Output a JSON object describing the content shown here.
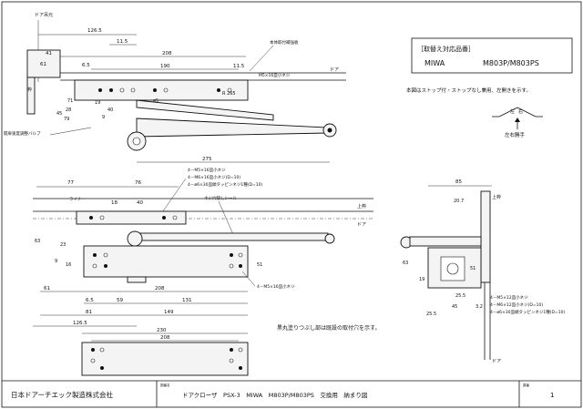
{
  "top_left_label": "ドア吊元",
  "replacement": {
    "title": "［取替え対応品番］",
    "brand": "MIWA",
    "model": "M803P/M803PS"
  },
  "note_stop": "本図はストップ付・ストップなし兼用、左開きを示す。",
  "hand_labels": {
    "left": "左",
    "right": "右",
    "caption": "左右勝手"
  },
  "top_view": {
    "dims": [
      "126.5",
      "11.5",
      "208",
      "41",
      "61",
      "6.5",
      "190",
      "11.5",
      "ø5",
      "71",
      "19",
      "40",
      "9",
      "28",
      "45",
      "79",
      "275"
    ],
    "labels": {
      "bracket": "本体取付補強板",
      "door": "ドア",
      "frame": "枠",
      "screw": "M5×16皿小ネジ",
      "r265": "R 265",
      "valve": "開扉速度調整バルブ"
    }
  },
  "middle": {
    "dims": [
      "77",
      "76",
      "18",
      "40",
      "9",
      "23"
    ],
    "notes": [
      "4－M5×16皿小ネジ",
      "4－M6×16皿小ネジ(D=10)",
      "4－ø6×30皿頭タッピンネジ1種(D=10)"
    ],
    "liner": "ライナー",
    "screw_seal": "ネジ穴隠しシール",
    "top_label": "上枠",
    "door_label": "ドア"
  },
  "front_view": {
    "dims": [
      "63",
      "23",
      "9",
      "16",
      "51",
      "61",
      "6.5",
      "59",
      "208",
      "131",
      "149",
      "81",
      "126.5",
      "230",
      "208"
    ],
    "note_right": "4－M5×16皿小ネジ"
  },
  "side_view": {
    "dims": [
      "85",
      "20.7",
      "25.5",
      "45",
      "3.2",
      "25.5",
      "63",
      "51",
      "19"
    ],
    "notes": [
      "4－M5×12皿小ネジ",
      "4－M6×12皿小ネジ(D=10)",
      "4－ø6×30皿頭タッピンネジ1種(D=10)"
    ],
    "top_label": "上枠",
    "door_label": "ドア"
  },
  "bottom_note": "黒丸塗りつぶし部は既設の取付穴を示す。",
  "title_block": {
    "company": "日本ドアーチエック製造株式会社",
    "name_header": "図番名",
    "drawing_title": "ドアクローザ　PSX-3　MIWA　M803P/M803PS　交換用　納まり図",
    "sheet_header": "頁番",
    "sheet_no": "1"
  }
}
